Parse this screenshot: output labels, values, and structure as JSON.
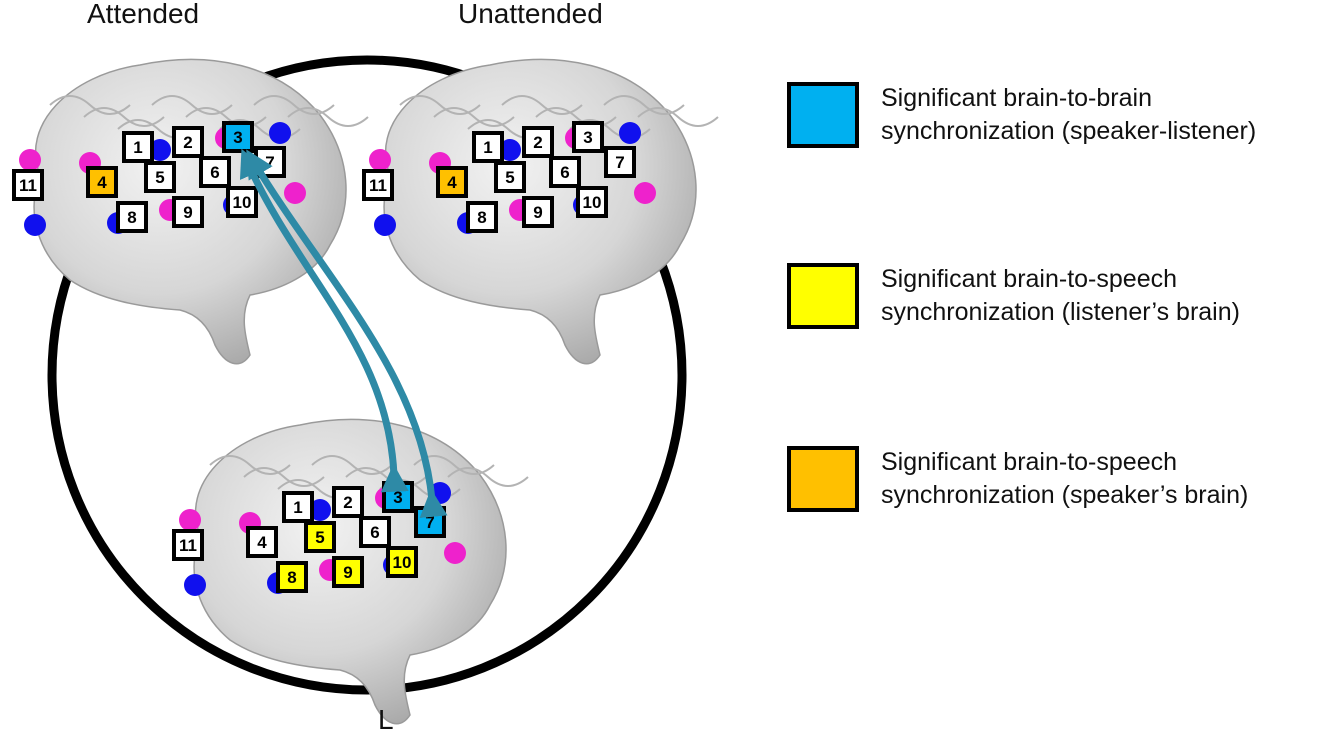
{
  "titles": {
    "attended": "Attended",
    "unattended": "Unattended",
    "hemisphere": "L"
  },
  "legend": [
    {
      "color": "#00b0f0",
      "line1": "Significant brain-to-brain",
      "line2": "synchronization (speaker-listener)"
    },
    {
      "color": "#ffff00",
      "line1": "Significant brain-to-speech",
      "line2": "synchronization (listener’s brain)"
    },
    {
      "color": "#ffc000",
      "line1": "Significant brain-to-speech",
      "line2": "synchronization (speaker’s brain)"
    }
  ],
  "colors": {
    "optode_source": "#ee22cc",
    "optode_detector": "#1010ee",
    "connection_arrow": "#2e8aa6",
    "brain": "#cfcfcf",
    "circle": "#000000"
  },
  "brains": [
    {
      "id": "attended",
      "channels": [
        {
          "label": "1",
          "highlight": "none"
        },
        {
          "label": "2",
          "highlight": "none"
        },
        {
          "label": "3",
          "highlight": "brain-to-brain"
        },
        {
          "label": "4",
          "highlight": "speaker-brain"
        },
        {
          "label": "5",
          "highlight": "none"
        },
        {
          "label": "6",
          "highlight": "none"
        },
        {
          "label": "7",
          "highlight": "none"
        },
        {
          "label": "8",
          "highlight": "none"
        },
        {
          "label": "9",
          "highlight": "none"
        },
        {
          "label": "10",
          "highlight": "none"
        },
        {
          "label": "11",
          "highlight": "none"
        }
      ]
    },
    {
      "id": "unattended",
      "channels": [
        {
          "label": "1",
          "highlight": "none"
        },
        {
          "label": "2",
          "highlight": "none"
        },
        {
          "label": "3",
          "highlight": "none"
        },
        {
          "label": "4",
          "highlight": "speaker-brain"
        },
        {
          "label": "5",
          "highlight": "none"
        },
        {
          "label": "6",
          "highlight": "none"
        },
        {
          "label": "7",
          "highlight": "none"
        },
        {
          "label": "8",
          "highlight": "none"
        },
        {
          "label": "9",
          "highlight": "none"
        },
        {
          "label": "10",
          "highlight": "none"
        },
        {
          "label": "11",
          "highlight": "none"
        }
      ]
    },
    {
      "id": "listener",
      "channels": [
        {
          "label": "1",
          "highlight": "none"
        },
        {
          "label": "2",
          "highlight": "none"
        },
        {
          "label": "3",
          "highlight": "brain-to-brain"
        },
        {
          "label": "4",
          "highlight": "none"
        },
        {
          "label": "5",
          "highlight": "listener-brain"
        },
        {
          "label": "6",
          "highlight": "none"
        },
        {
          "label": "7",
          "highlight": "brain-to-brain"
        },
        {
          "label": "8",
          "highlight": "listener-brain"
        },
        {
          "label": "9",
          "highlight": "listener-brain"
        },
        {
          "label": "10",
          "highlight": "listener-brain"
        },
        {
          "label": "11",
          "highlight": "none"
        }
      ]
    }
  ],
  "connections": [
    {
      "from": "attended.3",
      "to": "listener.3"
    },
    {
      "from": "attended.3",
      "to": "listener.7"
    }
  ]
}
